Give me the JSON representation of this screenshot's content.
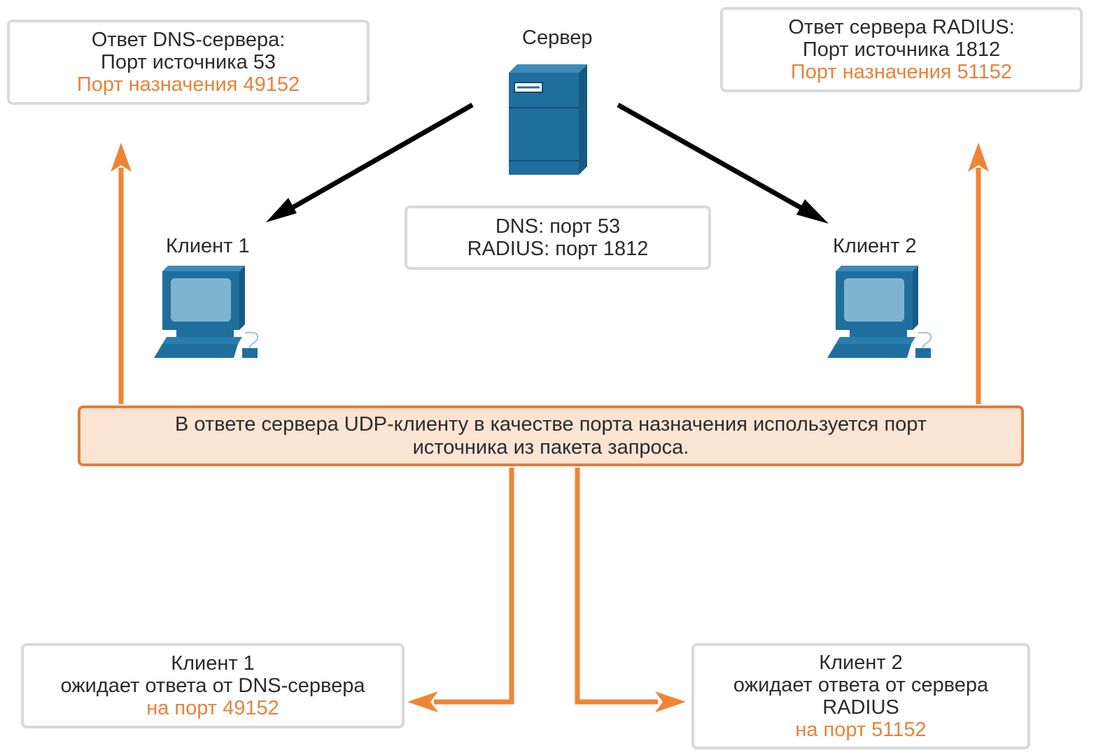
{
  "server": {
    "label": "Сервер"
  },
  "client1": {
    "label": "Клиент 1"
  },
  "client2": {
    "label": "Клиент 2"
  },
  "dns_response": {
    "title": "Ответ DNS-сервера:",
    "source_port": "Порт источника 53",
    "dest_port": "Порт назначения 49152"
  },
  "radius_response": {
    "title": "Ответ сервера RADIUS:",
    "source_port": "Порт источника 1812",
    "dest_port": "Порт назначения 51152"
  },
  "server_ports": {
    "dns": "DNS: порт 53",
    "radius": "RADIUS: порт 1812"
  },
  "note": {
    "line1": "В ответе сервера UDP-клиенту в качестве порта назначения используется порт",
    "line2": "источника из пакета запроса."
  },
  "client1_wait": {
    "line1": "Клиент 1",
    "line2": "ожидает ответа от DNS-сервера",
    "line3": "на порт 49152"
  },
  "client2_wait": {
    "line1": "Клиент 2",
    "line2": "ожидает ответа от сервера",
    "line3": "RADIUS",
    "line4": "на порт 51152"
  },
  "colors": {
    "accent": "#e8823a",
    "border": "#d9d9d9",
    "note_fill": "#fce4d3",
    "device_blue": "#1f6f9e",
    "screen_blue": "#7fb4d1"
  },
  "icons": {
    "server": "server-icon",
    "client1": "computer-icon",
    "client2": "computer-icon"
  }
}
